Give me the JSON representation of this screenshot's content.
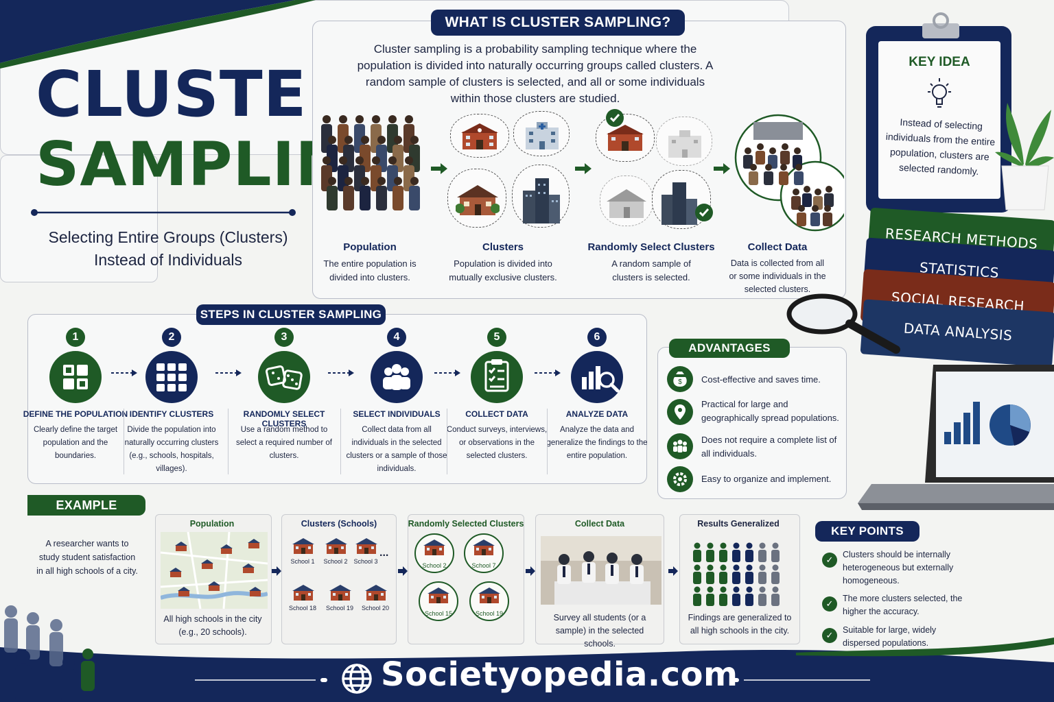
{
  "title": {
    "line1": "CLUSTER",
    "line2": "SAMPLING",
    "subtitle_line1": "Selecting Entire Groups (Clusters)",
    "subtitle_line2": "Instead of Individuals"
  },
  "what_is": {
    "heading": "WHAT IS CLUSTER SAMPLING?",
    "description": "Cluster sampling is a probability sampling technique where the population is divided into naturally occurring groups called clusters. A random sample of clusters is selected, and all or some individuals within those clusters are studied.",
    "stages": [
      {
        "label": "Population",
        "text": "The entire population is divided into clusters."
      },
      {
        "label": "Clusters",
        "text": "Population is divided into mutually exclusive clusters."
      },
      {
        "label": "Randomly Select Clusters",
        "text": "A random sample of clusters is selected."
      },
      {
        "label": "Collect Data",
        "text": "Data is collected from all or some individuals in the selected clusters."
      }
    ]
  },
  "key_idea": {
    "title": "KEY IDEA",
    "text": "Instead of selecting individuals from the entire population, clusters are selected randomly."
  },
  "books": [
    "RESEARCH METHODS",
    "STATISTICS",
    "SOCIAL RESEARCH",
    "DATA ANALYSIS"
  ],
  "steps": {
    "heading": "STEPS IN CLUSTER SAMPLING",
    "items": [
      {
        "num": "1",
        "title": "DEFINE THE POPULATION",
        "text": "Clearly define the target population and the boundaries."
      },
      {
        "num": "2",
        "title": "IDENTIFY CLUSTERS",
        "text": "Divide the population into naturally occurring clusters (e.g., schools, hospitals, villages)."
      },
      {
        "num": "3",
        "title": "RANDOMLY SELECT CLUSTERS",
        "text": "Use a random method to select a required number of clusters."
      },
      {
        "num": "4",
        "title": "SELECT INDIVIDUALS",
        "text": "Collect data from all individuals in the selected clusters or a sample of those individuals."
      },
      {
        "num": "5",
        "title": "COLLECT DATA",
        "text": "Conduct surveys, interviews, or observations in the selected clusters."
      },
      {
        "num": "6",
        "title": "ANALYZE DATA",
        "text": "Analyze the data and generalize the findings to the entire population."
      }
    ]
  },
  "advantages": {
    "heading": "ADVANTAGES",
    "items": [
      "Cost-effective and saves time.",
      "Practical for large and geographically spread populations.",
      "Does not require a complete list of all individuals.",
      "Easy to organize and implement."
    ]
  },
  "example": {
    "heading": "EXAMPLE",
    "description": "A researcher wants to study student satisfaction in all high schools of a city.",
    "cards": [
      {
        "title": "Population",
        "text": "All high schools in the city (e.g., 20 schools)."
      },
      {
        "title": "Clusters (Schools)",
        "text": ""
      },
      {
        "title": "Randomly Selected Clusters",
        "text": ""
      },
      {
        "title": "Collect Data",
        "text": "Survey all students (or a sample) in the selected schools."
      },
      {
        "title": "Results Generalized",
        "text": "Findings are generalized to all high schools in the city."
      }
    ],
    "school_labels": [
      "School 1",
      "School 2",
      "School 3",
      "School 18",
      "School 19",
      "School 20"
    ],
    "selected_labels": [
      "School 2",
      "School 7",
      "School 15",
      "School 19"
    ],
    "ellipsis": "..."
  },
  "key_points": {
    "heading": "KEY POINTS",
    "items": [
      "Clusters should be internally heterogeneous but externally homogeneous.",
      "The more clusters selected, the higher the accuracy.",
      "Suitable for large, widely dispersed populations."
    ]
  },
  "footer": {
    "site": "Societyopedia.com"
  },
  "colors": {
    "navy": "#14275a",
    "green": "#1f5a26"
  }
}
